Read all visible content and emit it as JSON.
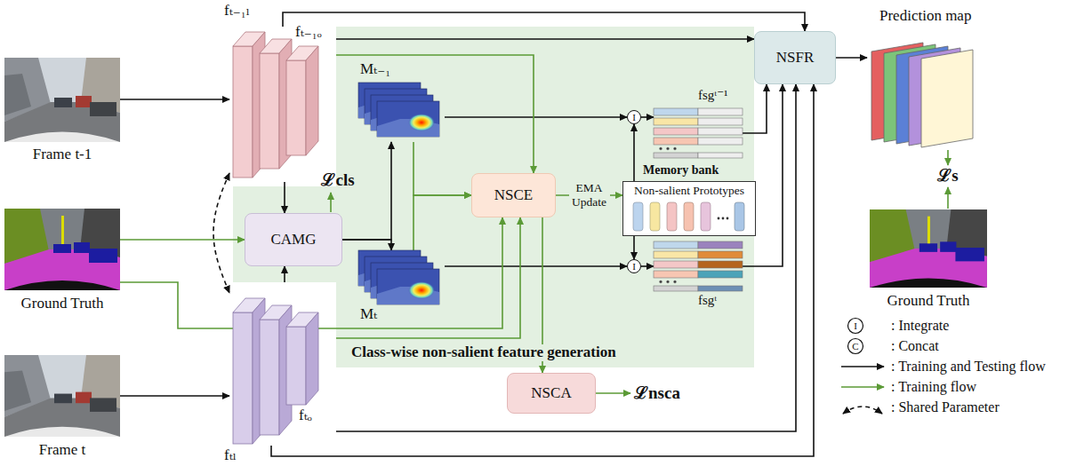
{
  "diagram": {
    "nodes": [
      {
        "text": [
          "Frame t-1"
        ]
      },
      {
        "text": [
          "Ground Truth"
        ]
      },
      {
        "text": [
          "Frame t"
        ]
      },
      {
        "text": [
          "fₜ₋₁ₗ",
          "fₜ₋₁ₒ"
        ]
      },
      {
        "text": [
          "fₜₗ",
          "fₜₒ"
        ]
      },
      {
        "text": [
          "Class-wise non-salient feature generation"
        ]
      },
      {
        "text": [
          "CAMG"
        ],
        "in": 5
      },
      {
        "text": [
          "Mₜ₋₁"
        ],
        "in": 5
      },
      {
        "text": [
          "Mₜ"
        ],
        "in": 5
      },
      {
        "text": [
          "NSCE"
        ],
        "in": 5
      },
      {
        "text": [
          "Memory bank",
          "Non-salient Prototypes"
        ],
        "in": 5
      },
      {
        "text": [
          "I"
        ],
        "in": 5
      },
      {
        "text": [
          "I"
        ],
        "in": 5
      },
      {
        "text": [
          "fsgᵗ⁻¹"
        ],
        "in": 5
      },
      {
        "text": [
          "fsgᵗ"
        ],
        "in": 5
      },
      {
        "text": [
          "NSCA"
        ]
      },
      {
        "text": [
          "NSFR"
        ]
      },
      {
        "text": [
          "Prediction map"
        ]
      },
      {
        "text": [
          "Ground Truth"
        ]
      }
    ],
    "edges": [
      {
        "from": 0,
        "to": 3,
        "arrow": "to"
      },
      {
        "from": 2,
        "to": 4,
        "arrow": "to"
      },
      {
        "from": 3,
        "to": 6,
        "arrow": "to"
      },
      {
        "from": 4,
        "to": 6,
        "arrow": "to"
      },
      {
        "from": 1,
        "to": 6,
        "arrow": "to"
      },
      {
        "from": 6,
        "to": 7,
        "arrow": "to"
      },
      {
        "from": 6,
        "to": 8,
        "arrow": "to"
      },
      {
        "from": 7,
        "to": 11,
        "arrow": "to"
      },
      {
        "from": 10,
        "to": 11,
        "arrow": "to"
      },
      {
        "from": 11,
        "to": 13,
        "arrow": "to"
      },
      {
        "from": 8,
        "to": 12,
        "arrow": "to"
      },
      {
        "from": 10,
        "to": 12,
        "arrow": "to"
      },
      {
        "from": 12,
        "to": 14,
        "arrow": "to"
      },
      {
        "from": 13,
        "to": 16,
        "arrow": "to"
      },
      {
        "from": 14,
        "to": 16,
        "arrow": "to"
      },
      {
        "from": 3,
        "to": 16,
        "arrow": "to"
      },
      {
        "from": 3,
        "to": 16,
        "arrow": "to"
      },
      {
        "from": 4,
        "to": 16,
        "arrow": "to"
      },
      {
        "from": 4,
        "to": 16,
        "arrow": "to"
      },
      {
        "from": 16,
        "to": 17,
        "arrow": "to"
      },
      {
        "from": 3,
        "to": 9,
        "arrow": "to"
      },
      {
        "from": 7,
        "to": 9,
        "arrow": "to"
      },
      {
        "from": 8,
        "to": 9,
        "arrow": "to"
      },
      {
        "from": 1,
        "to": 9,
        "arrow": "to"
      },
      {
        "from": 4,
        "to": 9,
        "arrow": "to"
      },
      {
        "from": 9,
        "to": 10,
        "label": "EMA Update",
        "arrow": "to"
      },
      {
        "from": 9,
        "to": 15,
        "arrow": "to"
      },
      {
        "from": 3,
        "to": 4,
        "arrow": "both"
      }
    ],
    "labels": [
      "ℒcls",
      "ℒs",
      "ℒnsca",
      "I",
      "C"
    ],
    "legend": [
      {
        "text": ": Integrate"
      },
      {
        "text": ": Concat"
      },
      {
        "text": ": Training and Testing flow"
      },
      {
        "text": ": Training flow"
      },
      {
        "text": ": Shared Parameter"
      }
    ]
  }
}
